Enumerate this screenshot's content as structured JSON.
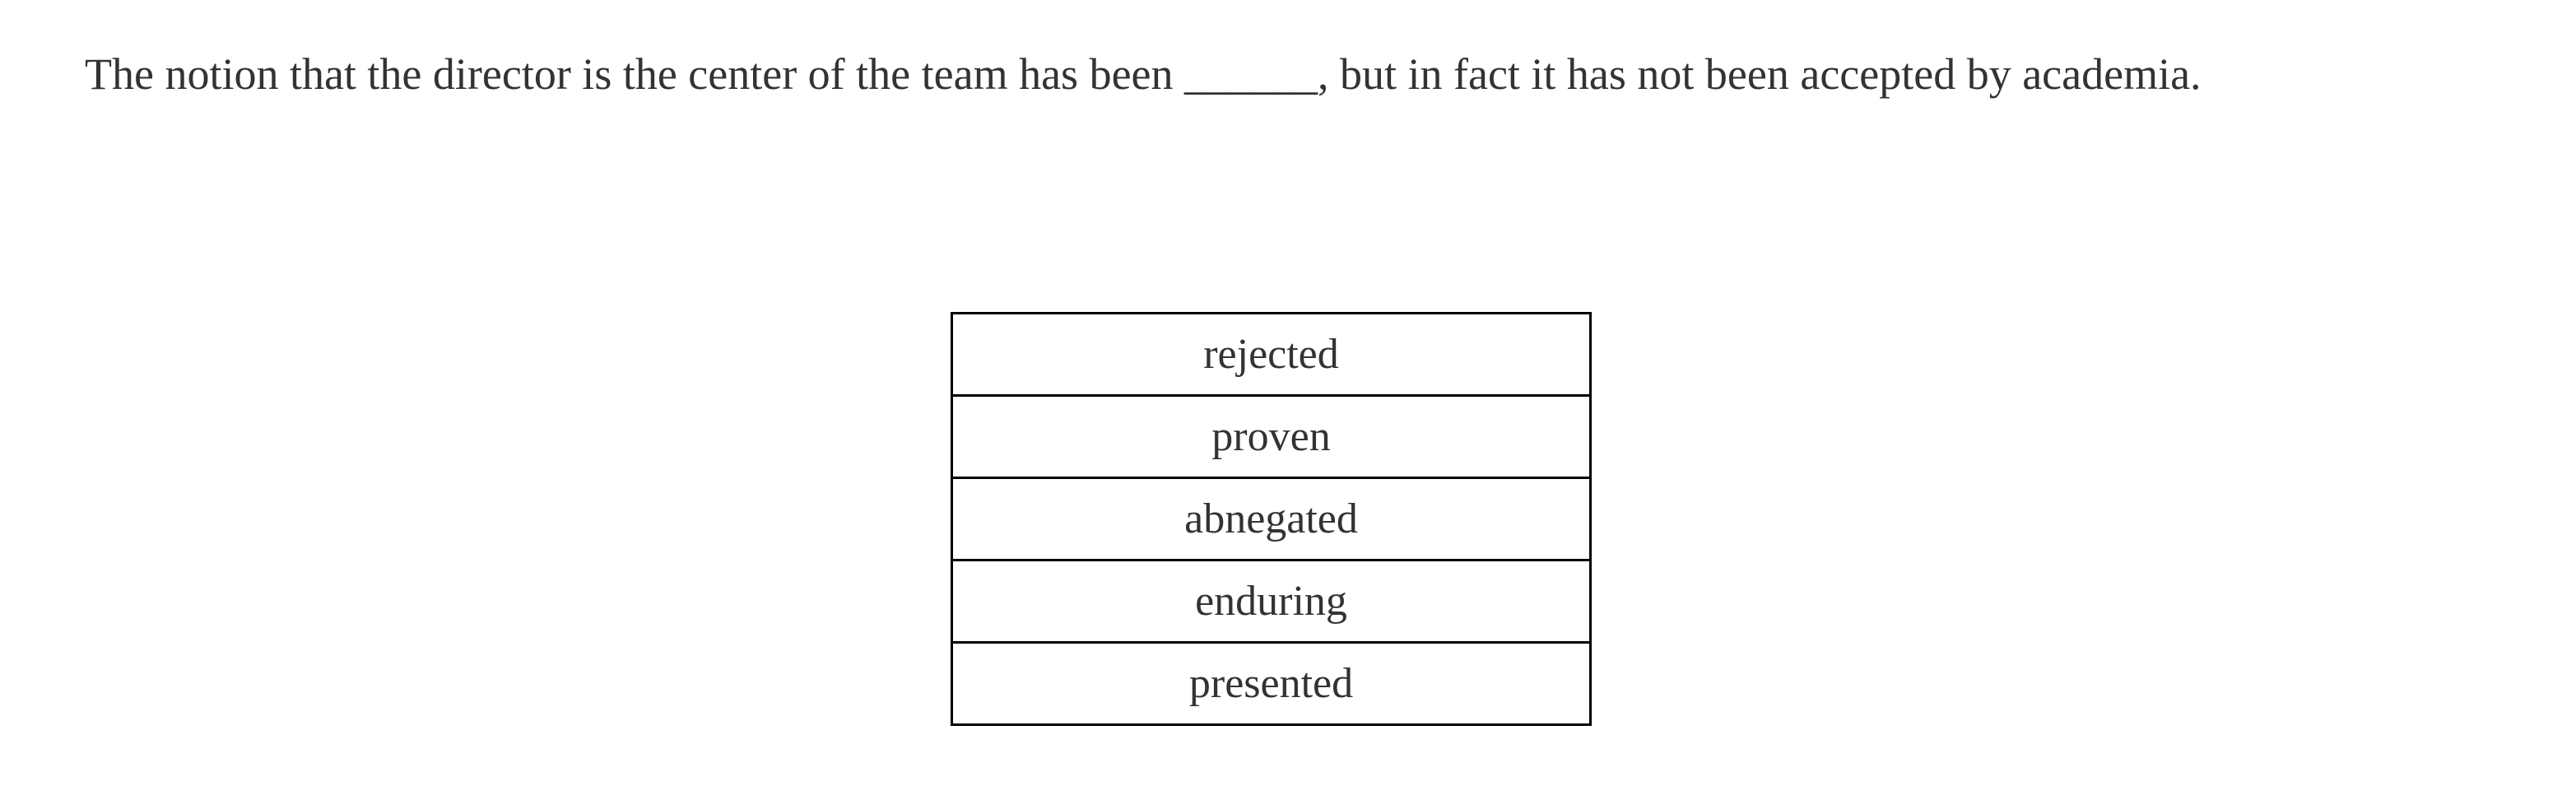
{
  "question": {
    "before_blank": "The notion that the director is the center of the team has been ",
    "blank": "______",
    "after_blank": ", but in fact it has not been accepted by academia."
  },
  "options": [
    {
      "label": "rejected"
    },
    {
      "label": "proven"
    },
    {
      "label": "abnegated"
    },
    {
      "label": "enduring"
    },
    {
      "label": "presented"
    }
  ]
}
